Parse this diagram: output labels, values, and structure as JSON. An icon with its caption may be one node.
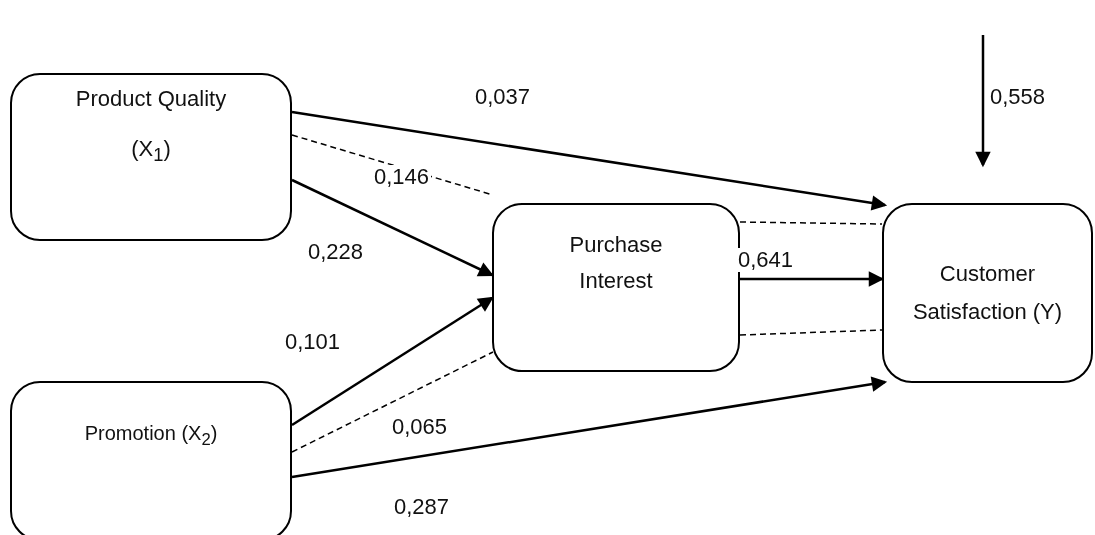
{
  "diagram": {
    "nodes": [
      {
        "text": [
          "Product Quality (X$_{1}$)"
        ]
      },
      {
        "text": [
          "Purchase Interest"
        ]
      },
      {
        "text": [
          "Promotion (X$_{2}$)"
        ]
      },
      {
        "text": [
          "Customer Satisfaction (Y)"
        ]
      }
    ],
    "edges": [
      {
        "from": 0,
        "to": 3,
        "arrow": "to",
        "label": "0,037"
      },
      {
        "from": 0,
        "to": 1,
        "arrow": "none",
        "style": "dashed",
        "label": "0,146"
      },
      {
        "from": 0,
        "to": 1,
        "arrow": "to",
        "label": "0,228"
      },
      {
        "from": 2,
        "to": 1,
        "arrow": "to",
        "label": "0,101"
      },
      {
        "from": 2,
        "to": 1,
        "arrow": "none",
        "style": "dashed",
        "label": "0,065"
      },
      {
        "from": 2,
        "to": 3,
        "arrow": "to",
        "label": "0,287"
      },
      {
        "from": 1,
        "to": 3,
        "arrow": "to",
        "label": "0,641"
      },
      {
        "from": 1,
        "to": 3,
        "arrow": "none",
        "style": "dashed"
      },
      {
        "from": 1,
        "to": 3,
        "arrow": "none",
        "style": "dashed"
      },
      {
        "from": null,
        "to": 3,
        "arrow": "to",
        "label": "0,558"
      }
    ]
  }
}
